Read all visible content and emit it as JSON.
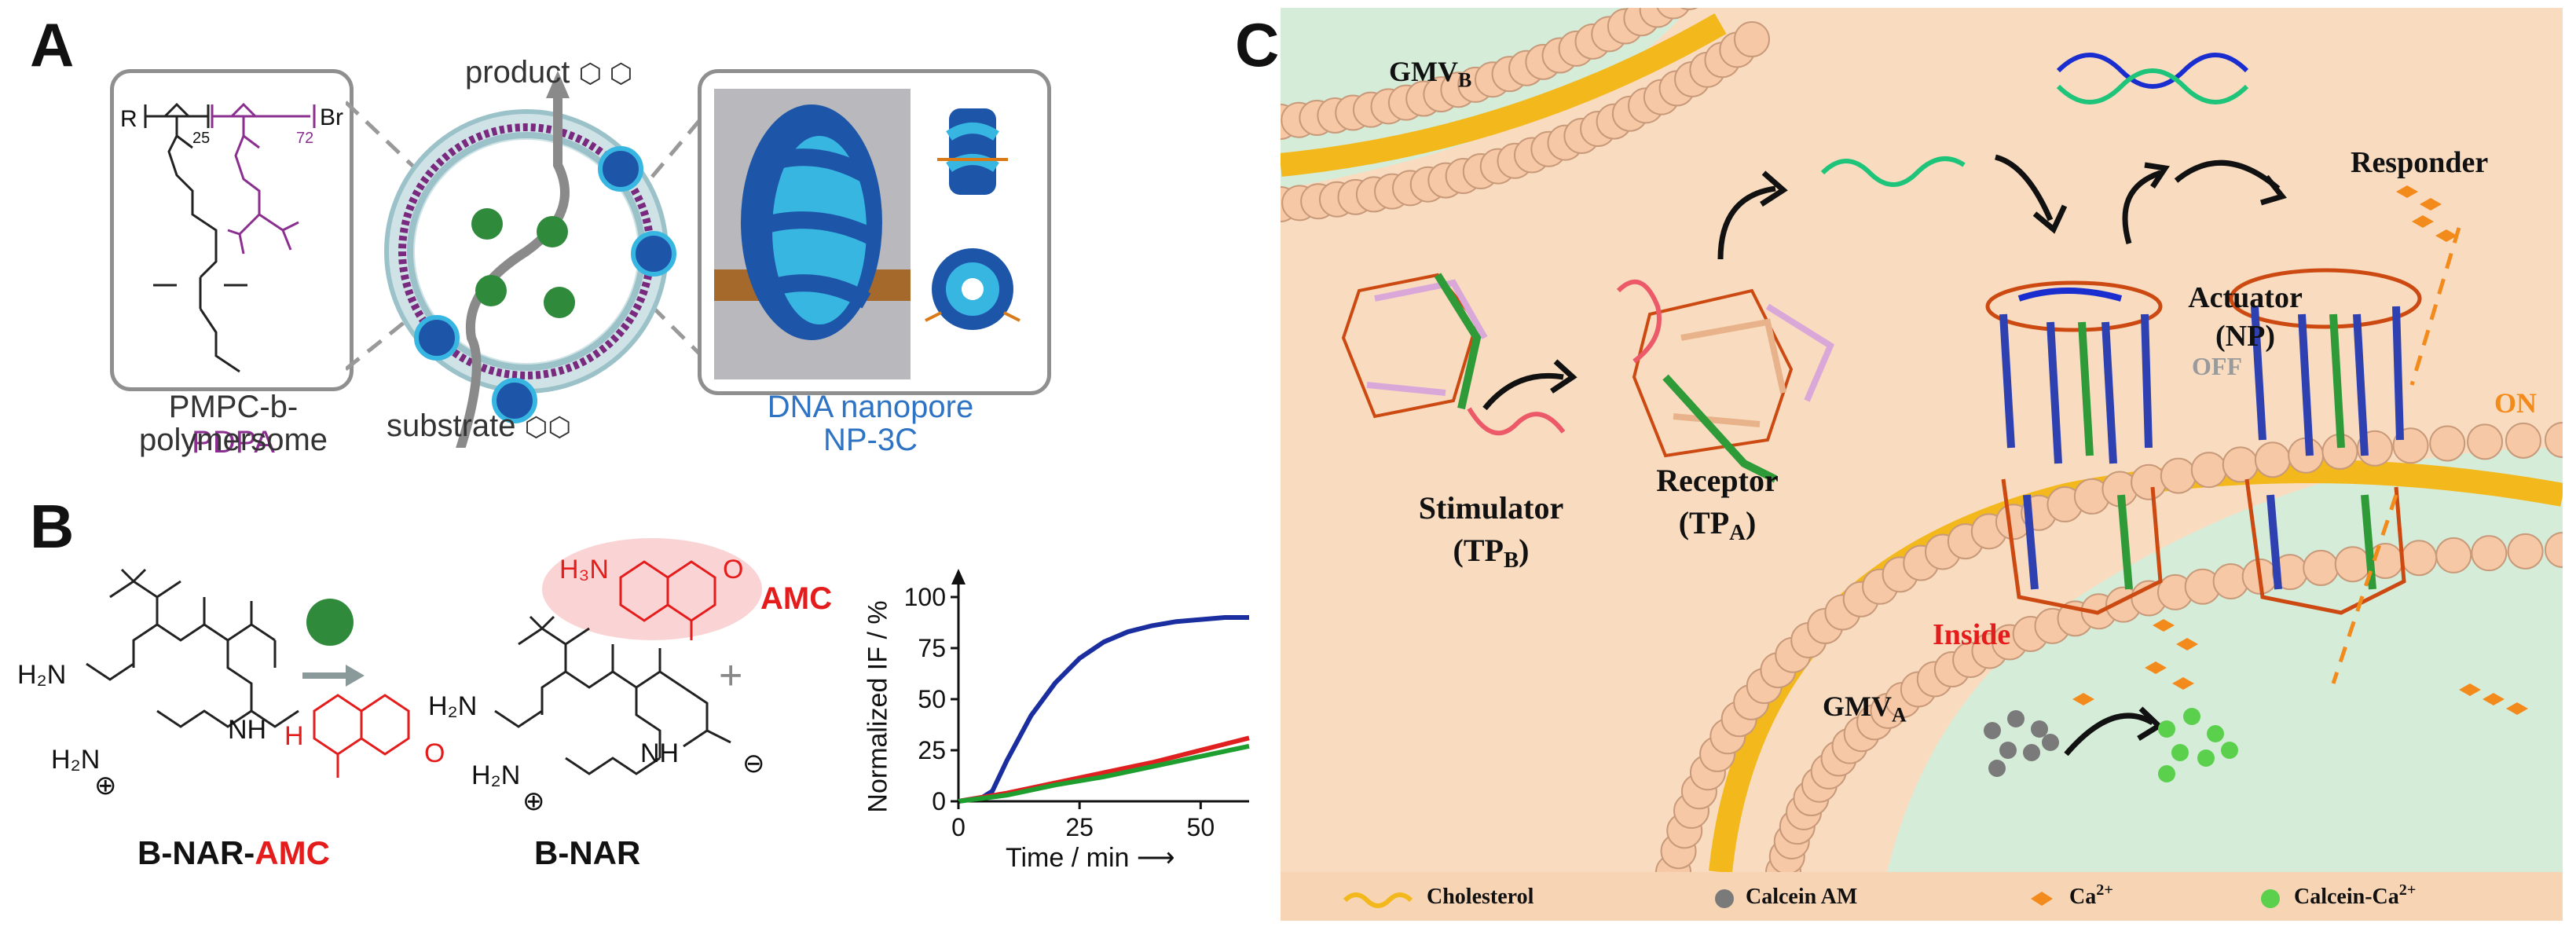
{
  "panel_labels": {
    "a": "A",
    "b": "B",
    "c": "C"
  },
  "panel_a": {
    "polymer_label_1": "PMPC-b-",
    "polymer_label_2": "PDPA",
    "polymer_label_3": "polymersome",
    "product_label": "product",
    "substrate_label": "substrate",
    "nanopore_label_1": "DNA nanopore",
    "nanopore_label_2": "NP-3C",
    "struct_r": "R",
    "struct_br": "Br",
    "struct_n25": "25",
    "struct_n72": "72",
    "colors": {
      "purple": "#8a2f8f",
      "blue_label": "#2f74c4",
      "box_border": "#8f8f8f"
    }
  },
  "panel_b": {
    "amc_label": "AMC",
    "plus": "+",
    "compound1_prefix": "B-NAR-",
    "compound1_suffix": "AMC",
    "compound2": "B-NAR",
    "chem": {
      "h2n": "H₂N",
      "h2n_b": "H₂N",
      "nh": "NH",
      "h": "H",
      "n": "N",
      "o": "O",
      "h2n_amc": "H₃N",
      "plus_sym": "⊕",
      "minus_sym": "⊖"
    }
  },
  "chart_data": {
    "type": "line",
    "ylabel": "Normalized IF / %",
    "xlabel": "Time / min",
    "xlim": [
      0,
      60
    ],
    "ylim": [
      0,
      100
    ],
    "x_ticks": [
      "0",
      "25",
      "50"
    ],
    "y_ticks": [
      "0",
      "25",
      "50",
      "75",
      "100"
    ],
    "series": [
      {
        "color": "#1a2ea0",
        "x": [
          0,
          5,
          7,
          10,
          15,
          20,
          25,
          30,
          35,
          40,
          45,
          50,
          55,
          60
        ],
        "values": [
          0,
          2,
          5,
          20,
          42,
          58,
          70,
          78,
          83,
          86,
          88,
          89,
          90,
          90
        ]
      },
      {
        "color": "#e02020",
        "x": [
          0,
          10,
          20,
          30,
          40,
          50,
          60
        ],
        "values": [
          0,
          4,
          9,
          14,
          19,
          25,
          31
        ]
      },
      {
        "color": "#1e9e2e",
        "x": [
          0,
          10,
          20,
          30,
          40,
          50,
          60
        ],
        "values": [
          0,
          3,
          8,
          12,
          17,
          22,
          27
        ]
      }
    ]
  },
  "panel_c": {
    "gmv_b": "GMV",
    "gmv_b_sub": "B",
    "gmv_a": "GMV",
    "gmv_a_sub": "A",
    "stimulator_1": "Stimulator",
    "stimulator_2": "(TP",
    "stimulator_sub": "B",
    "stimulator_3": ")",
    "receptor_1": "Receptor",
    "receptor_2": "(TP",
    "receptor_sub": "A",
    "receptor_3": ")",
    "actuator_1": "Actuator",
    "actuator_2": "(NP)",
    "responder": "Responder",
    "off": "OFF",
    "on": "ON",
    "inside": "Inside",
    "legend": {
      "cholesterol": "Cholesterol",
      "calcein_am": "Calcein AM",
      "ca": "Ca",
      "ca_sup": "2+",
      "calcein_ca": "Calcein-Ca",
      "calcein_ca_sup": "2+"
    },
    "colors": {
      "background_green": "#d5ecd9",
      "background_peach": "#f9dcc0",
      "bead": "#f6c8a6",
      "cholesterol": "#f2b81c",
      "calcein_am": "#7a7a7a",
      "ca": "#f28a1c",
      "calcein_ca": "#5ad04c",
      "on": "#f28a1c",
      "off": "#9a9a9a",
      "inside": "#e51c1c"
    }
  }
}
